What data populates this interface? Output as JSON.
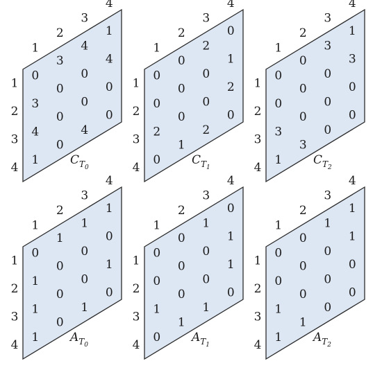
{
  "panels": [
    {
      "label": "C",
      "sub": "T",
      "subsub": "0",
      "cols": [
        "1",
        "2",
        "3",
        "4"
      ],
      "rows": [
        "1",
        "2",
        "3",
        "4"
      ],
      "matrix": [
        [
          "0",
          "3",
          "4",
          "1"
        ],
        [
          "3",
          "0",
          "0",
          "4"
        ],
        [
          "4",
          "0",
          "0",
          "0"
        ],
        [
          "1",
          "0",
          "4",
          "0"
        ]
      ]
    },
    {
      "label": "C",
      "sub": "T",
      "subsub": "1",
      "cols": [
        "1",
        "2",
        "3",
        "4"
      ],
      "rows": [
        "1",
        "2",
        "3",
        "4"
      ],
      "matrix": [
        [
          "0",
          "0",
          "2",
          "0"
        ],
        [
          "0",
          "0",
          "0",
          "1"
        ],
        [
          "2",
          "0",
          "0",
          "2"
        ],
        [
          "0",
          "1",
          "2",
          "0"
        ]
      ]
    },
    {
      "label": "C",
      "sub": "T",
      "subsub": "2",
      "cols": [
        "1",
        "2",
        "3",
        "4"
      ],
      "rows": [
        "1",
        "2",
        "3",
        "4"
      ],
      "matrix": [
        [
          "0",
          "0",
          "3",
          "1"
        ],
        [
          "0",
          "0",
          "0",
          "3"
        ],
        [
          "3",
          "0",
          "0",
          "0"
        ],
        [
          "1",
          "3",
          "0",
          "0"
        ]
      ]
    },
    {
      "label": "A",
      "sub": "T",
      "subsub": "0",
      "cols": [
        "1",
        "2",
        "3",
        "4"
      ],
      "rows": [
        "1",
        "2",
        "3",
        "4"
      ],
      "matrix": [
        [
          "0",
          "1",
          "1",
          "1"
        ],
        [
          "1",
          "0",
          "0",
          "0"
        ],
        [
          "1",
          "0",
          "0",
          "1"
        ],
        [
          "1",
          "0",
          "1",
          "0"
        ]
      ]
    },
    {
      "label": "A",
      "sub": "T",
      "subsub": "1",
      "cols": [
        "1",
        "2",
        "3",
        "4"
      ],
      "rows": [
        "1",
        "2",
        "3",
        "4"
      ],
      "matrix": [
        [
          "0",
          "0",
          "1",
          "0"
        ],
        [
          "0",
          "0",
          "0",
          "1"
        ],
        [
          "1",
          "0",
          "0",
          "1"
        ],
        [
          "0",
          "1",
          "1",
          "0"
        ]
      ]
    },
    {
      "label": "A",
      "sub": "T",
      "subsub": "2",
      "cols": [
        "1",
        "2",
        "3",
        "4"
      ],
      "rows": [
        "1",
        "2",
        "3",
        "4"
      ],
      "matrix": [
        [
          "0",
          "0",
          "1",
          "1"
        ],
        [
          "0",
          "0",
          "0",
          "1"
        ],
        [
          "1",
          "0",
          "0",
          "0"
        ],
        [
          "1",
          "1",
          "0",
          "0"
        ]
      ]
    }
  ]
}
